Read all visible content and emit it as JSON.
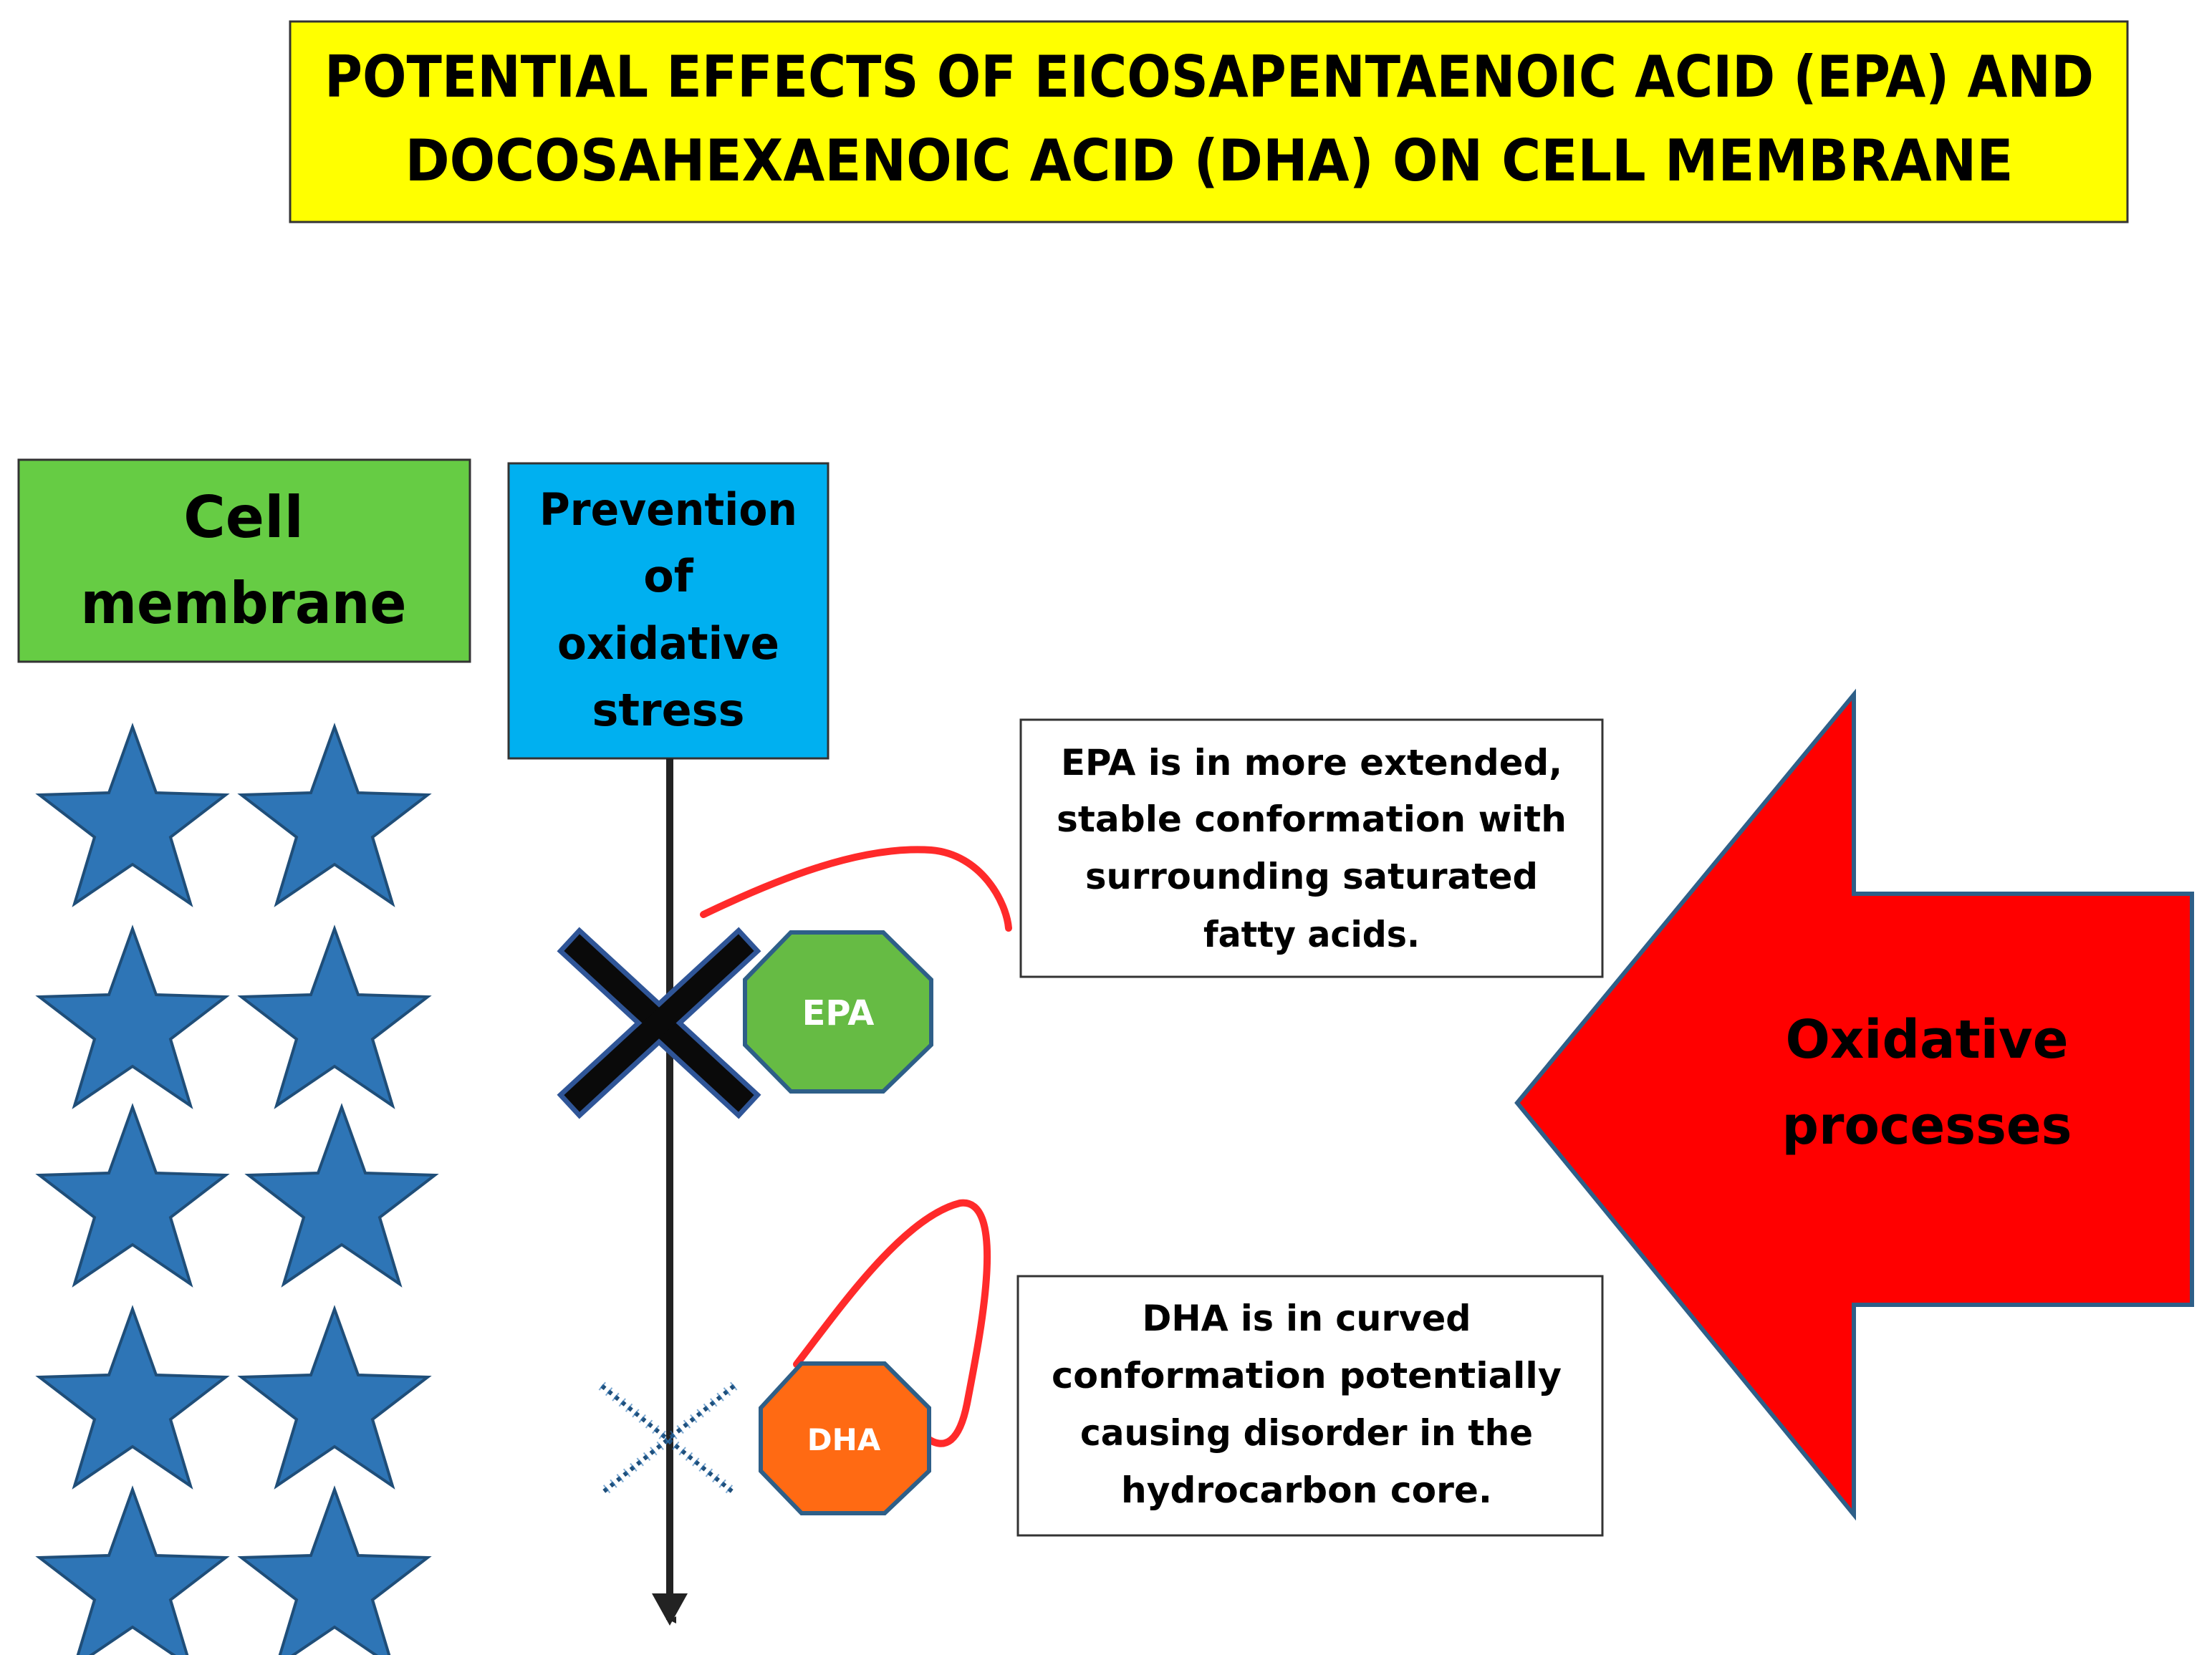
{
  "title": {
    "lines": [
      "POTENTIAL EFFECTS OF EICOSAPENTAENOIC ACID (EPA) AND",
      "DOCOSAHEXAENOIC ACID  (DHA) ON CELL MEMBRANE"
    ]
  },
  "cell_membrane": {
    "lines": [
      "Cell",
      "membrane"
    ]
  },
  "prevention": {
    "lines": [
      "Prevention",
      "of",
      "oxidative",
      "stress"
    ]
  },
  "epa": {
    "label": "EPA",
    "note_lines": [
      "EPA is in more extended,",
      "stable conformation with",
      "surrounding saturated",
      "fatty acids."
    ]
  },
  "dha": {
    "label": "DHA",
    "note_lines": [
      "DHA is in curved",
      "conformation potentially",
      "causing disorder in the",
      "hydrocarbon core."
    ]
  },
  "oxidative": {
    "lines": [
      "Oxidative",
      "processes"
    ]
  },
  "colors": {
    "title_bg": "#ffff00",
    "cell_bg": "#66cc44",
    "prevention_bg": "#00b0f0",
    "star_fill": "#2e75b6",
    "star_stroke": "#1f4e79",
    "epa_fill": "#66bb44",
    "dha_fill": "#ff6a13",
    "arrow_fill": "#ff0000",
    "chain_color": "#ff2a2a",
    "cross_color": "#0a0a0a"
  }
}
